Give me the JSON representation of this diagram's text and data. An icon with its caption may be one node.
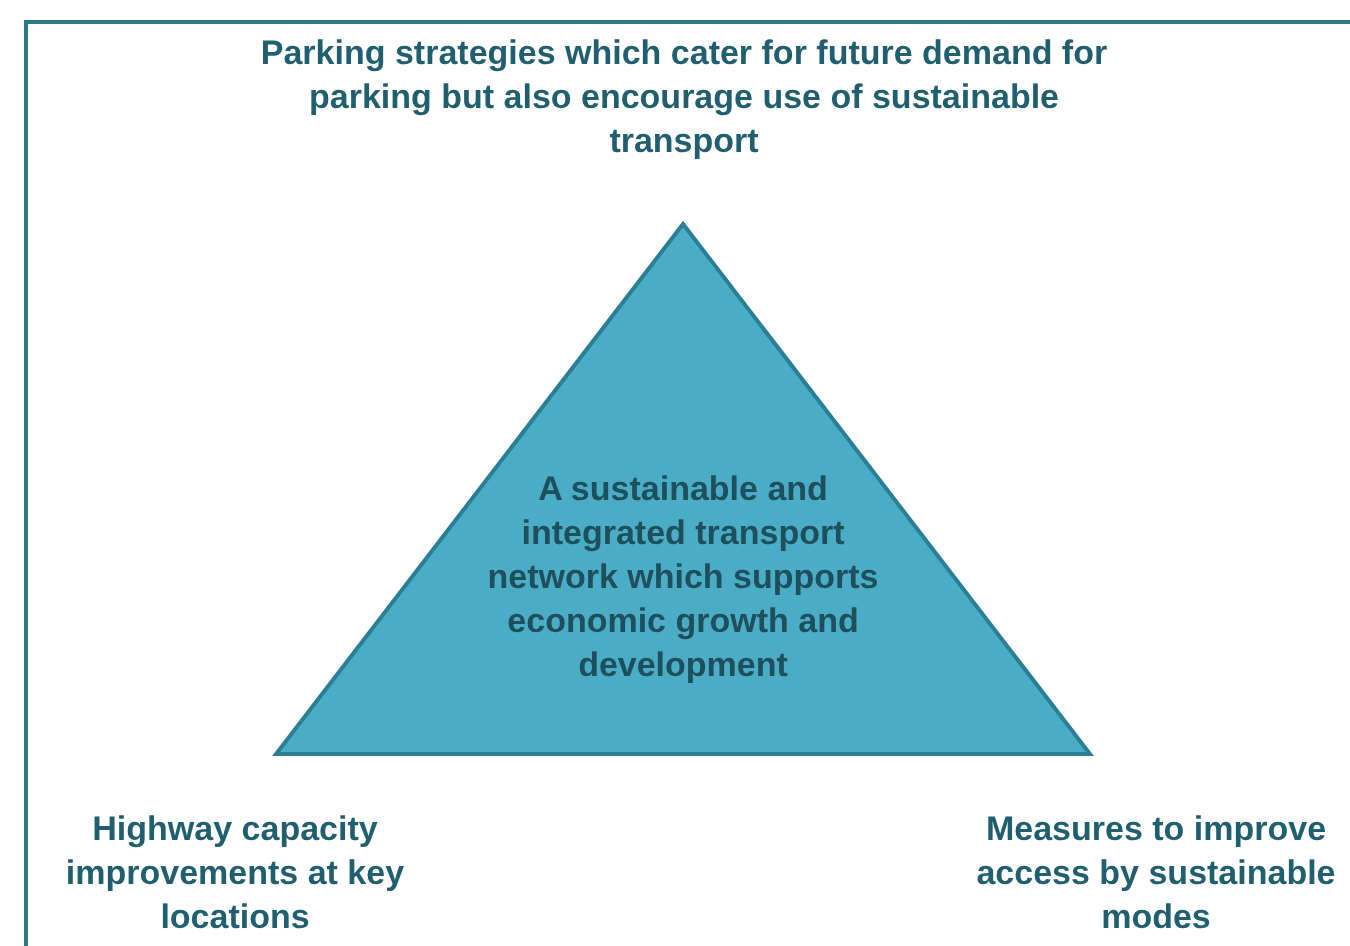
{
  "diagram": {
    "nodes": [
      {
        "text": [
          "A sustainable and integrated transport network which supports economic growth and development"
        ]
      }
    ],
    "labels": [
      "Parking strategies which cater for future demand for parking but also encourage use of sustainable transport",
      "Highway capacity improvements at key locations",
      "Measures to improve access by sustainable modes"
    ]
  }
}
